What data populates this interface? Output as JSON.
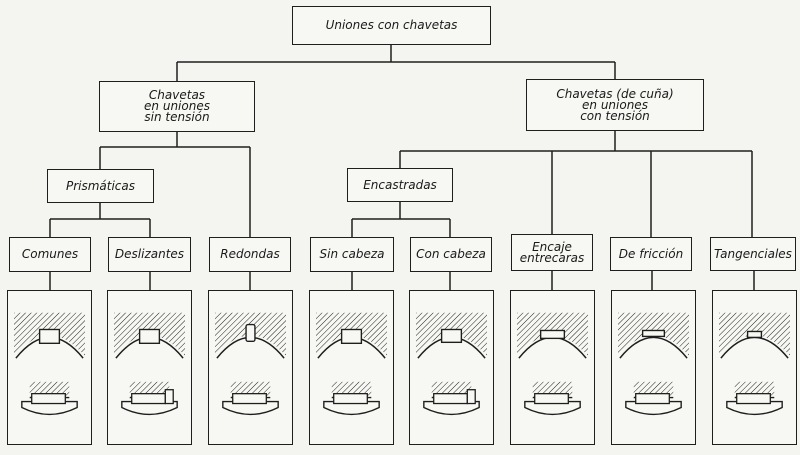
{
  "root": {
    "label": "Uniones con chavetas"
  },
  "branches": [
    {
      "label": "Chavetas\nen uniones\nsin tensión",
      "children": [
        {
          "label": "Prismáticas",
          "children": [
            "Comunes",
            "Deslizantes"
          ]
        },
        {
          "label": "Redondas"
        }
      ]
    },
    {
      "label": "Chavetas (de cuña)\nen uniones\ncon tensión",
      "children": [
        {
          "label": "Encastradas",
          "children": [
            "Sin cabeza",
            "Con cabeza"
          ]
        },
        {
          "label": "Encaje\nentrecaras"
        },
        {
          "label": "De fricción"
        },
        {
          "label": "Tangenciales"
        }
      ]
    }
  ],
  "leaves": [
    "Comunes",
    "Deslizantes",
    "Redondas",
    "Sin cabeza",
    "Con cabeza",
    "Encaje\nentrecaras",
    "De fricción",
    "Tangenciales"
  ],
  "leaf_keys": [
    "comunes",
    "deslizantes",
    "redondas",
    "sin-cabeza",
    "con-cabeza",
    "encaje-entrecaras",
    "de-friccion",
    "tangenciales"
  ],
  "colors": {
    "line": "#1e1e1e",
    "background": "#f4f4f0"
  }
}
